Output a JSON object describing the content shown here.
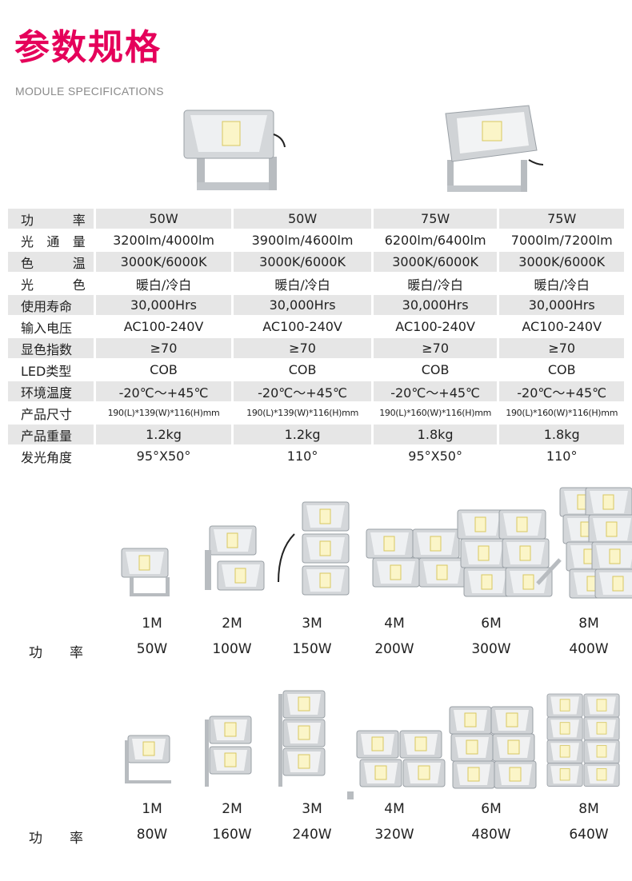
{
  "header": {
    "title": "参数规格",
    "subtitle": "MODULE SPECIFICATIONS"
  },
  "spec_table": {
    "rows": [
      {
        "label": "功 率",
        "values": [
          "50W",
          "50W",
          "75W",
          "75W"
        ]
      },
      {
        "label": "光通量",
        "values": [
          "3200lm/4000lm",
          "3900lm/4600lm",
          "6200lm/6400lm",
          "7000lm/7200lm"
        ]
      },
      {
        "label": "色 温",
        "values": [
          "3000K/6000K",
          "3000K/6000K",
          "3000K/6000K",
          "3000K/6000K"
        ]
      },
      {
        "label": "光 色",
        "values": [
          "暖白/冷白",
          "暖白/冷白",
          "暖白/冷白",
          "暖白/冷白"
        ]
      },
      {
        "label": "使用寿命",
        "values": [
          "30,000Hrs",
          "30,000Hrs",
          "30,000Hrs",
          "30,000Hrs"
        ]
      },
      {
        "label": "输入电压",
        "values": [
          "AC100-240V",
          "AC100-240V",
          "AC100-240V",
          "AC100-240V"
        ]
      },
      {
        "label": "显色指数",
        "values": [
          "≥70",
          "≥70",
          "≥70",
          "≥70"
        ]
      },
      {
        "label": "LED类型",
        "values": [
          "COB",
          "COB",
          "COB",
          "COB"
        ]
      },
      {
        "label": "环境温度",
        "values": [
          "-20℃～+45℃",
          "-20℃～+45℃",
          "-20℃～+45℃",
          "-20℃～+45℃"
        ]
      },
      {
        "label": "产品尺寸",
        "values": [
          "190(L)*139(W)*116(H)mm",
          "190(L)*139(W)*116(H)mm",
          "190(L)*160(W)*116(H)mm",
          "190(L)*160(W)*116(H)mm"
        ]
      },
      {
        "label": "产品重量",
        "values": [
          "1.2kg",
          "1.2kg",
          "1.8kg",
          "1.8kg"
        ]
      },
      {
        "label": "发光角度",
        "values": [
          "95°X50°",
          "110°",
          "95°X50°",
          "110°"
        ]
      }
    ]
  },
  "modules_a": {
    "power_label_1": "功",
    "power_label_2": "率",
    "items": [
      {
        "module": "1M",
        "power": "50W"
      },
      {
        "module": "2M",
        "power": "100W"
      },
      {
        "module": "3M",
        "power": "150W"
      },
      {
        "module": "4M",
        "power": "200W"
      },
      {
        "module": "6M",
        "power": "300W"
      },
      {
        "module": "8M",
        "power": "400W"
      }
    ]
  },
  "modules_b": {
    "power_label_1": "功",
    "power_label_2": "率",
    "items": [
      {
        "module": "1M",
        "power": "80W"
      },
      {
        "module": "2M",
        "power": "160W"
      },
      {
        "module": "3M",
        "power": "240W"
      },
      {
        "module": "4M",
        "power": "320W"
      },
      {
        "module": "6M",
        "power": "480W"
      },
      {
        "module": "8M",
        "power": "640W"
      }
    ]
  },
  "colors": {
    "title": "#e5005a",
    "subtitle": "#8a8a8a",
    "row_shade": "#e6e6e6",
    "housing": "#c9ccd0",
    "led": "#fbf5c8"
  }
}
